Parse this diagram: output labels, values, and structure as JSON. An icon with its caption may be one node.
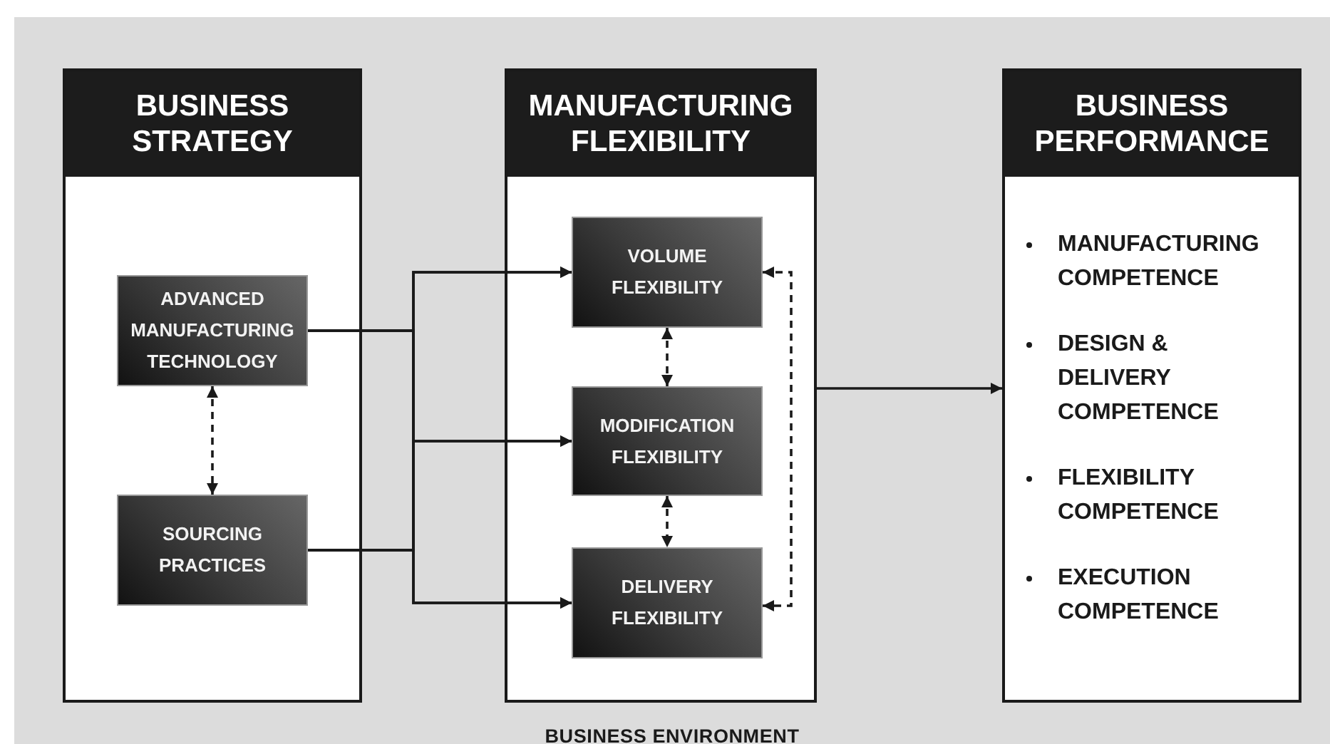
{
  "diagram": {
    "nodes": [
      {
        "text": [
          "BUSINESS ENVIRONMENT"
        ]
      },
      {
        "text": [
          "BUSINESS STRATEGY"
        ],
        "in": 0
      },
      {
        "text": [
          "ADVANCED MANUFACTURING TECHNOLOGY"
        ],
        "in": 1
      },
      {
        "text": [
          "SOURCING PRACTICES"
        ],
        "in": 1
      },
      {
        "text": [
          "MANUFACTURING FLEXIBILITY"
        ],
        "in": 0
      },
      {
        "text": [
          "VOLUME FLEXIBILITY"
        ],
        "in": 4
      },
      {
        "text": [
          "MODIFICATION FLEXIBILITY"
        ],
        "in": 4
      },
      {
        "text": [
          "DELIVERY FLEXIBILITY"
        ],
        "in": 4
      },
      {
        "text": [
          "BUSINESS PERFORMANCE",
          "MANUFACTURING COMPETENCE",
          "DESIGN & DELIVERY COMPETENCE",
          "FLEXIBILITY COMPETENCE",
          "EXECUTION COMPETENCE"
        ],
        "in": 0
      }
    ],
    "edges": [
      {
        "from": 2,
        "to": 5,
        "arrow": "to"
      },
      {
        "from": 2,
        "to": 6,
        "arrow": "to"
      },
      {
        "from": 2,
        "to": 7,
        "arrow": "to"
      },
      {
        "from": 3,
        "to": 5,
        "arrow": "to"
      },
      {
        "from": 3,
        "to": 6,
        "arrow": "to"
      },
      {
        "from": 3,
        "to": 7,
        "arrow": "to"
      },
      {
        "from": 2,
        "to": 3,
        "arrow": "both",
        "style": "dashed"
      },
      {
        "from": 5,
        "to": 6,
        "arrow": "both",
        "style": "dashed"
      },
      {
        "from": 6,
        "to": 7,
        "arrow": "both",
        "style": "dashed"
      },
      {
        "from": 5,
        "to": 7,
        "arrow": "both",
        "style": "dashed"
      },
      {
        "from": 4,
        "to": 8,
        "arrow": "to"
      }
    ]
  }
}
